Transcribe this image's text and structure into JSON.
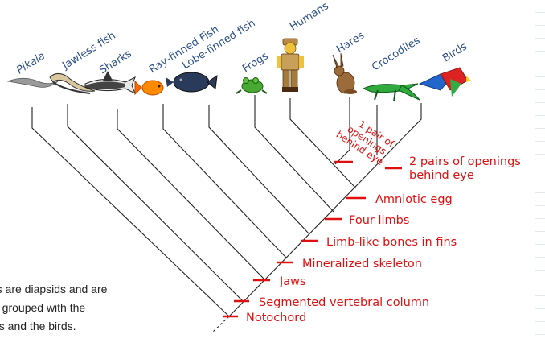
{
  "taxa": [
    {
      "name": "Pikaia",
      "italic": true,
      "icon": "pikaia-icon"
    },
    {
      "name": "Jawless fish",
      "icon": "lamprey-icon"
    },
    {
      "name": "Sharks",
      "icon": "shark-icon"
    },
    {
      "name": "Ray-finned Fish",
      "icon": "goldfish-icon"
    },
    {
      "name": "Lobe-finned fish",
      "icon": "coelacanth-icon"
    },
    {
      "name": "Frogs",
      "icon": "frog-icon"
    },
    {
      "name": "Humans",
      "icon": "human-figure-icon"
    },
    {
      "name": "Hares",
      "icon": "hare-icon"
    },
    {
      "name": "Crocodiles",
      "icon": "crocodile-icon"
    },
    {
      "name": "Birds",
      "icon": "parrot-icon"
    }
  ],
  "traits": {
    "notochord": "Notochord",
    "vertebral_column": "Segmented vertebral column",
    "jaws": "Jaws",
    "mineralized_skeleton": "Mineralized skeleton",
    "limb_bones": "Limb-like bones in fins",
    "four_limbs": "Four limbs",
    "amniotic_egg": "Amniotic egg",
    "two_openings": [
      "2 pairs of openings",
      "behind eye"
    ],
    "one_opening": [
      "1 pair of",
      "openings",
      "behind eye"
    ]
  },
  "note_lines": [
    "rs are diapsids and are",
    "e grouped with the",
    "es and the birds."
  ],
  "colors": {
    "trait_red": "#e01010",
    "taxon_blue": "#2b4f8a",
    "branch_line": "#222222"
  }
}
